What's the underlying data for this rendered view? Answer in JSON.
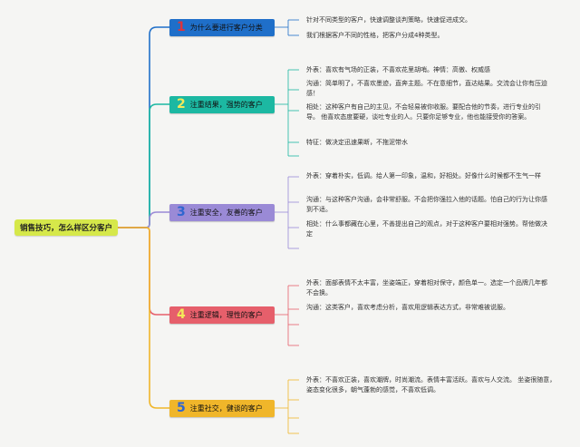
{
  "root": {
    "label": "销售技巧，怎么样区分客户"
  },
  "branches": [
    {
      "num": "1",
      "label": "为什么要进行客户分类",
      "color": "#1f6fc9",
      "num_color": "#e0343c",
      "leaves": [
        "针对不同类型的客户，快速调整谈判策略，快速促进成交。",
        "我们根据客户不同的性格，把客户分成4种类型。"
      ]
    },
    {
      "num": "2",
      "label": "注重结果，强势的客户",
      "color": "#1cb8a2",
      "num_color": "#f3e95a",
      "leaves": [
        "外表：喜欢有气场的正装，不喜欢花里胡哨。神情：高傲、权威感",
        "沟通：简单明了，不喜欢墨迹，直奔主题。不在意细节，直达结果。交流会让你有压迫感！",
        "相处：这种客户有自己的主见，不会轻易被你收服。要配合他的节奏，进行专业的引导。 他喜欢态度要硬，谈吐专业的人。只要你足够专业，他也能接受你的答案。",
        "特征：做决定迅速果断，不拖泥带水"
      ]
    },
    {
      "num": "3",
      "label": "注重安全，友善的客户",
      "color": "#9a8ad6",
      "num_color": "#2f66d0",
      "leaves": [
        "外表：穿着朴实，低调。给人第一印象，温和，好相处。好像什么时候都不生气一样",
        "沟通：与这种客户沟通，会非常舒服。不会把你强拉入他的话题。怕自己的行为让你感到不适。",
        "相处：什么事都藏在心里，不善提出自己的观点，对于这种客户要相对强势。帮他做决定"
      ]
    },
    {
      "num": "4",
      "label": "注重逻辑，理性的客户",
      "color": "#e65f6b",
      "num_color": "#f3e95a",
      "leaves": [
        "外表：面部表情不太丰富，坐姿端正，穿着相对保守，颜色单一。选定一个品牌几年都不会换。",
        "沟通：这类客户，喜欢考虑分析，喜欢用逻辑表达方式，非常难被说服。"
      ]
    },
    {
      "num": "5",
      "label": "注重社交，健谈的客户",
      "color": "#f0b62a",
      "num_color": "#2f66d0",
      "leaves": [
        "外表：不喜欢正装，喜欢潮牌，时尚潮流。表情丰富活跃。喜欢与人交流。 坐姿很随意，姿态变化很多，朝气蓬勃的感觉，不喜欢低调。"
      ]
    }
  ]
}
